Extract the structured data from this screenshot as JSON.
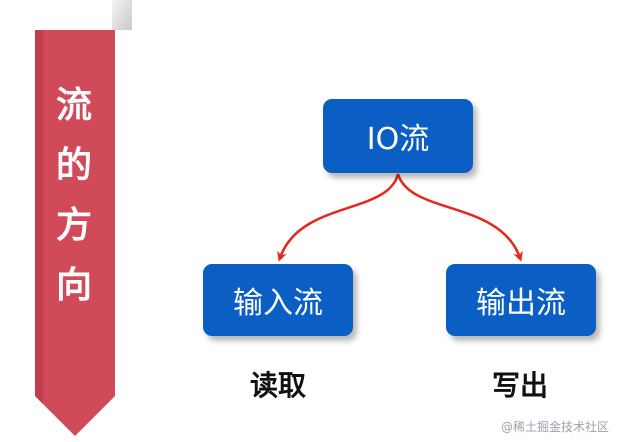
{
  "banner": {
    "chars": [
      "流",
      "的",
      "方",
      "向"
    ],
    "color": "#d04a5a"
  },
  "diagram": {
    "root": {
      "label": "IO流"
    },
    "left": {
      "label": "输入流",
      "caption": "读取"
    },
    "right": {
      "label": "输出流",
      "caption": "写出"
    },
    "node_color": "#0b5fc4",
    "arrow_color": "#e8261b"
  },
  "watermark": "@稀土掘金技术社区"
}
